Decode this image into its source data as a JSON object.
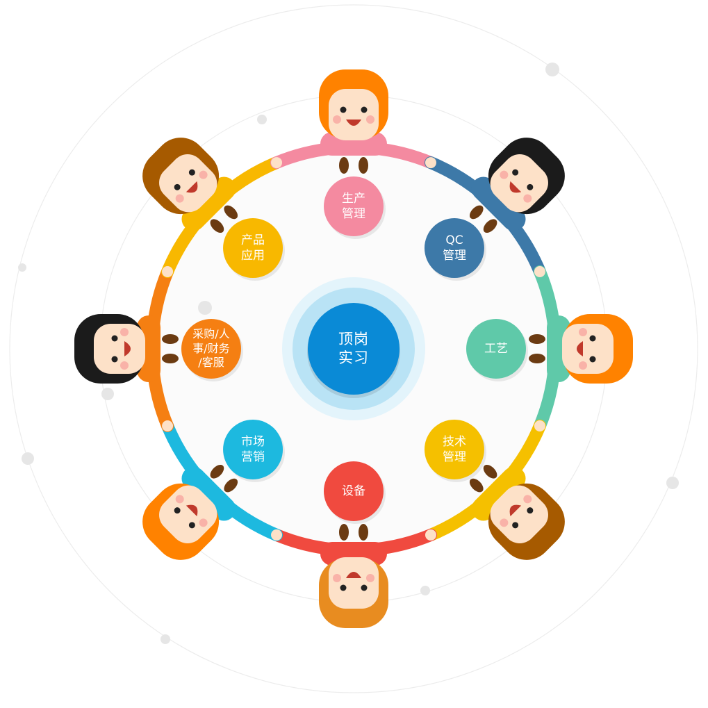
{
  "center": {
    "line1": "顶岗",
    "line2": "实习",
    "color": "#0a8ad6",
    "halo_inner": "#b9e3f5",
    "halo_outer": "#e3f4fb"
  },
  "nodes": [
    {
      "id": "production",
      "line1": "生产",
      "line2": "管理",
      "color": "#f48aa0"
    },
    {
      "id": "qc",
      "line1": "QC",
      "line2": "管理",
      "color": "#3d79a8"
    },
    {
      "id": "craft",
      "line1": "工艺",
      "line2": "",
      "color": "#5fc9a9"
    },
    {
      "id": "tech",
      "line1": "技术",
      "line2": "管理",
      "color": "#f5c000"
    },
    {
      "id": "equipment",
      "line1": "设备",
      "line2": "",
      "color": "#f04a3f"
    },
    {
      "id": "marketing",
      "line1": "市场",
      "line2": "营销",
      "color": "#1db9df"
    },
    {
      "id": "purchase",
      "line1": "采购/人",
      "line2": "事/财务",
      "line3": "/客服",
      "color": "#f57f12"
    },
    {
      "id": "product",
      "line1": "产品",
      "line2": "应用",
      "color": "#f8b800"
    }
  ],
  "people": [
    {
      "id": "top",
      "shirt": "#f48aa0",
      "hair": "#ff8200"
    },
    {
      "id": "top-right",
      "shirt": "#3d79a8",
      "hair": "#1b1b1b"
    },
    {
      "id": "right",
      "shirt": "#5fc9a9",
      "hair": "#ff8200"
    },
    {
      "id": "bottom-right",
      "shirt": "#f5c000",
      "hair": "#a65a00"
    },
    {
      "id": "bottom",
      "shirt": "#f04a3f",
      "hair": "#e88c20"
    },
    {
      "id": "bottom-left",
      "shirt": "#1db9df",
      "hair": "#ff8200"
    },
    {
      "id": "left",
      "shirt": "#f57f12",
      "hair": "#1b1b1b"
    },
    {
      "id": "top-left",
      "shirt": "#f8b800",
      "hair": "#a65a00"
    }
  ],
  "colors": {
    "skin": "#fde1c8",
    "cheek": "#f7a6a0",
    "mouth": "#c0392b",
    "guide": "#ececec",
    "ring": "#ebebeb"
  }
}
